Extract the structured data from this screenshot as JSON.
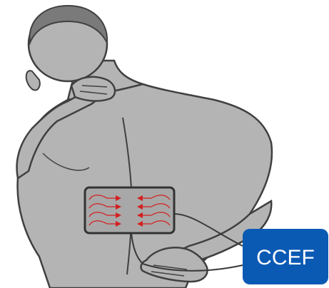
{
  "device": {
    "label": "CCEF",
    "box_color": "#0a5ab4",
    "text_color": "#ffffff"
  },
  "colors": {
    "skin": "#b4b4b4",
    "skin_shadow": "#9a9a9a",
    "hair": "#7a7a7a",
    "outline": "#404040",
    "pad_stroke": "#333333",
    "current_arrows": "#d42020",
    "cable": "#3a3a3a"
  },
  "icons": {
    "current_arrow": "arrow-head",
    "pad": "electrode-pad"
  }
}
